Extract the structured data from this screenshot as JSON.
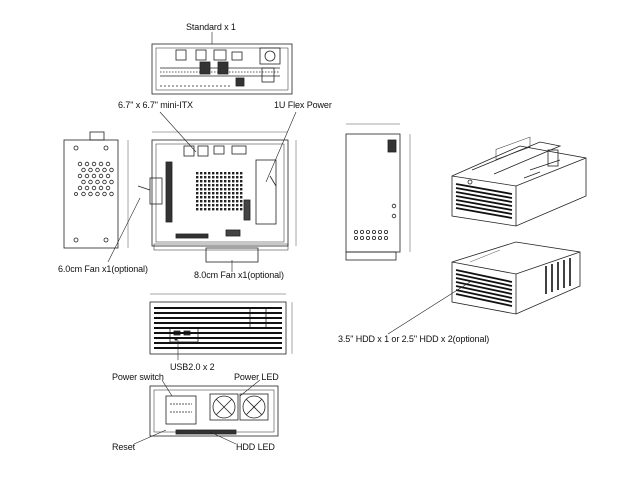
{
  "labels": {
    "standard": "Standard x 1",
    "mini_itx": "6.7\" x 6.7\" mini-ITX",
    "flex_power": "1U Flex Power",
    "fan_60": "6.0cm Fan x1(optional)",
    "fan_80": "8.0cm Fan x1(optional)",
    "hdd": "3.5\" HDD x 1 or 2.5\" HDD x 2(optional)",
    "usb": "USB2.0 x 2",
    "power_switch": "Power switch",
    "power_led": "Power LED",
    "reset": "Reset",
    "hdd_led": "HDD LED"
  },
  "views": {
    "rear": "rear-panel-view",
    "top": "top-view",
    "left_side": "left-side-view",
    "right_side": "right-side-view",
    "front": "front-panel-view",
    "front_detail": "front-panel-detail",
    "iso_open": "isometric-open-view",
    "iso_closed": "isometric-closed-view"
  }
}
